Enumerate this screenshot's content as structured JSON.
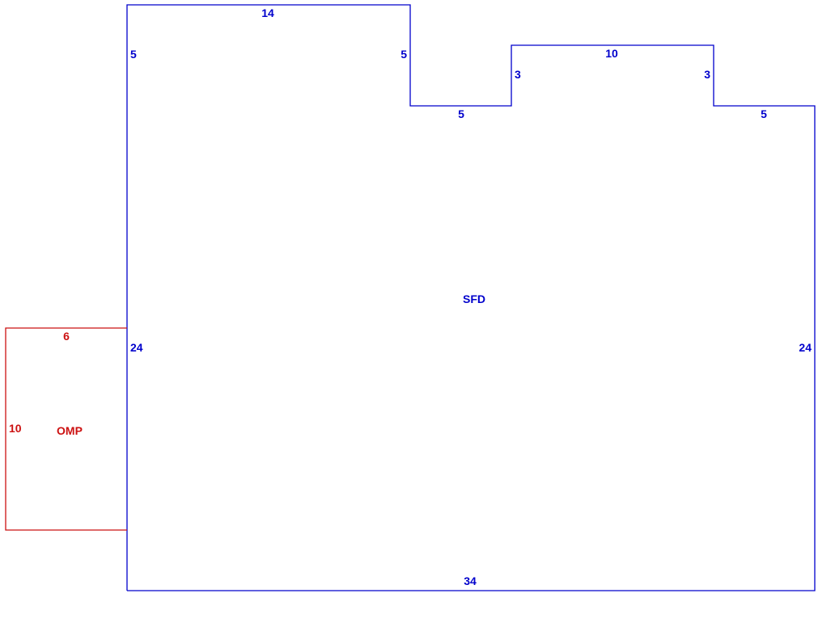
{
  "colors": {
    "main": "#0000cc",
    "addition": "#cc1111",
    "background": "#ffffff"
  },
  "main_area": {
    "label": "SFD",
    "dims": {
      "top_left": "14",
      "left_upper": "5",
      "notch_left_drop": "5",
      "notch_bottom": "5",
      "bump_left_rise": "3",
      "bump_top": "10",
      "bump_right_drop": "3",
      "right_step": "5",
      "left_side": "24",
      "right_side": "24",
      "bottom": "34"
    }
  },
  "addition_area": {
    "label": "OMP",
    "dims": {
      "top": "6",
      "left_side": "10"
    }
  }
}
